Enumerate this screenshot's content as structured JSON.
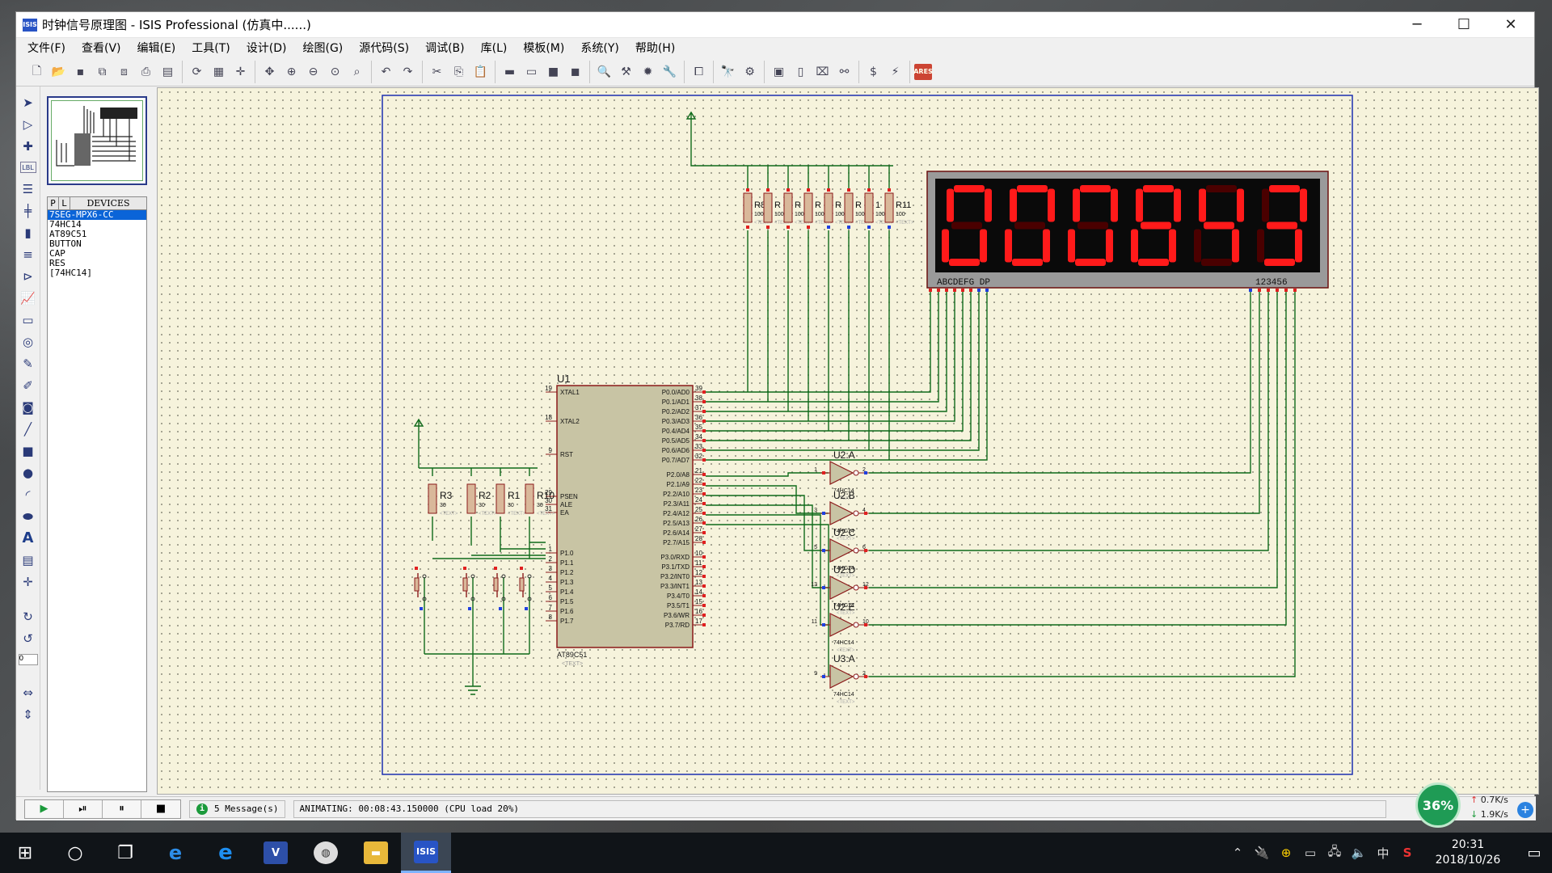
{
  "window": {
    "icon_label": "ISIS",
    "title": "时钟信号原理图 - ISIS Professional (仿真中......)",
    "controls": {
      "minimize": "─",
      "maximize": "☐",
      "close": "✕"
    }
  },
  "menu": {
    "items": [
      "文件(F)",
      "查看(V)",
      "编辑(E)",
      "工具(T)",
      "设计(D)",
      "绘图(G)",
      "源代码(S)",
      "调试(B)",
      "库(L)",
      "模板(M)",
      "系统(Y)",
      "帮助(H)"
    ]
  },
  "toolbar": {
    "ares_label": "ARES"
  },
  "toolbox": {
    "label_tool": "LBL",
    "text_tool": "A",
    "rotation_value": "0"
  },
  "devices": {
    "header_p": "P",
    "header_l": "L",
    "title": "DEVICES",
    "items": [
      "7SEG-MPX6-CC",
      "74HC14",
      "AT89C51",
      "BUTTON",
      "CAP",
      "RES",
      "[74HC14]"
    ],
    "selected_index": 0
  },
  "schematic": {
    "display": {
      "digits": [
        "0",
        "0",
        "0",
        "8",
        "4",
        "3"
      ],
      "seg_label": "ABCDEFG  DP",
      "digit_label": "123456",
      "on_color": "#ff1a1a",
      "off_color": "#4a0000"
    },
    "mcu": {
      "ref": "U1",
      "part": "AT89C51",
      "text_tag": "<TEXT>",
      "left_pins": [
        {
          "num": "19",
          "name": "XTAL1"
        },
        {
          "num": "18",
          "name": "XTAL2"
        },
        {
          "num": "9",
          "name": "RST"
        },
        {
          "num": "29",
          "name": "PSEN"
        },
        {
          "num": "30",
          "name": "ALE"
        },
        {
          "num": "31",
          "name": "EA"
        },
        {
          "num": "1",
          "name": "P1.0"
        },
        {
          "num": "2",
          "name": "P1.1"
        },
        {
          "num": "3",
          "name": "P1.2"
        },
        {
          "num": "4",
          "name": "P1.3"
        },
        {
          "num": "5",
          "name": "P1.4"
        },
        {
          "num": "6",
          "name": "P1.5"
        },
        {
          "num": "7",
          "name": "P1.6"
        },
        {
          "num": "8",
          "name": "P1.7"
        }
      ],
      "right_pins": [
        {
          "num": "39",
          "name": "P0.0/AD0"
        },
        {
          "num": "38",
          "name": "P0.1/AD1"
        },
        {
          "num": "37",
          "name": "P0.2/AD2"
        },
        {
          "num": "36",
          "name": "P0.3/AD3"
        },
        {
          "num": "35",
          "name": "P0.4/AD4"
        },
        {
          "num": "34",
          "name": "P0.5/AD5"
        },
        {
          "num": "33",
          "name": "P0.6/AD6"
        },
        {
          "num": "32",
          "name": "P0.7/AD7"
        },
        {
          "num": "21",
          "name": "P2.0/A8"
        },
        {
          "num": "22",
          "name": "P2.1/A9"
        },
        {
          "num": "23",
          "name": "P2.2/A10"
        },
        {
          "num": "24",
          "name": "P2.3/A11"
        },
        {
          "num": "25",
          "name": "P2.4/A12"
        },
        {
          "num": "26",
          "name": "P2.5/A13"
        },
        {
          "num": "27",
          "name": "P2.6/A14"
        },
        {
          "num": "28",
          "name": "P2.7/A15"
        },
        {
          "num": "10",
          "name": "P3.0/RXD"
        },
        {
          "num": "11",
          "name": "P3.1/TXD"
        },
        {
          "num": "12",
          "name": "P3.2/INT0"
        },
        {
          "num": "13",
          "name": "P3.3/INT1"
        },
        {
          "num": "14",
          "name": "P3.4/T0"
        },
        {
          "num": "15",
          "name": "P3.5/T1"
        },
        {
          "num": "16",
          "name": "P3.6/WR"
        },
        {
          "num": "17",
          "name": "P3.7/RD"
        }
      ]
    },
    "pullups": {
      "labels": [
        "R8",
        "R",
        "R",
        "R",
        "R",
        "R",
        "1",
        "R11"
      ],
      "value": "100",
      "text_tag": "<TEXT>"
    },
    "key_resistors": {
      "labels": [
        "R3",
        "R2",
        "R1",
        "R10"
      ],
      "value": "30",
      "text_tag": "<TEXT>"
    },
    "inverters": {
      "labels": [
        "U2:A",
        "U2:B",
        "U2:C",
        "U2:D",
        "U2:E",
        "U3:A"
      ],
      "part": "74HC14",
      "text_tag": "<TEXT>",
      "in_pins": [
        "1",
        "3",
        "5",
        "13",
        "11",
        "9"
      ],
      "out_pins": [
        "2",
        "4",
        "6",
        "12",
        "10",
        "2"
      ]
    }
  },
  "status": {
    "message_count": "5 Message(s)",
    "animation": "ANIMATING: 00:08:43.150000 (CPU load 20%)"
  },
  "net_widget": {
    "percent": "36%",
    "up": "0.7K/s",
    "down": "1.9K/s"
  },
  "taskbar": {
    "time": "20:31",
    "date": "2018/10/26",
    "ime": "中",
    "active_app_label": "ISIS"
  }
}
